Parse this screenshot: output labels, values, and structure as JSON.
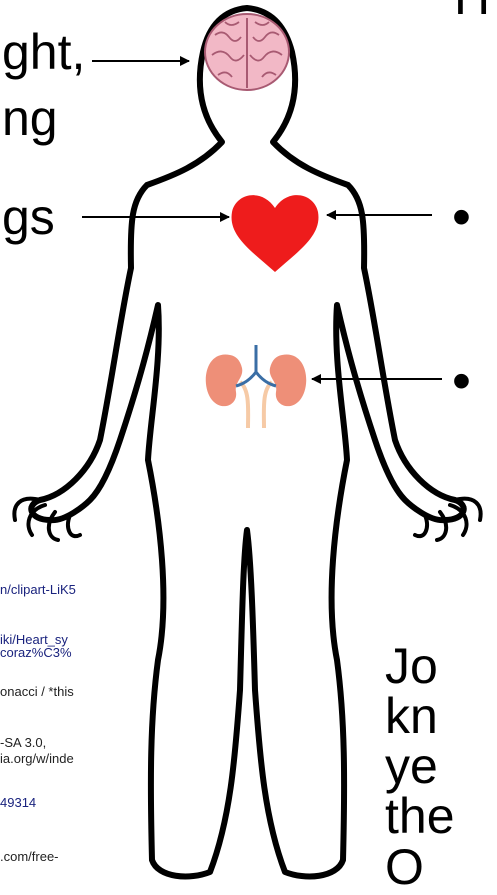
{
  "left_text": {
    "line1": "ght,",
    "line2": "ng",
    "line3": "gs"
  },
  "right_text": {
    "top_partial": "H",
    "bullet1": "•",
    "bullet2": "•",
    "bottom_lines": [
      "Jo",
      "kn",
      "ye",
      "the",
      "O"
    ]
  },
  "references": [
    {
      "text": "n/clipart-LiK5",
      "kind": "link"
    },
    {
      "text": "iki/Heart_sy",
      "kind": "link"
    },
    {
      "text": "coraz%C3%",
      "kind": "link"
    },
    {
      "text": "onacci / *this",
      "kind": "plain"
    },
    {
      "text": "-SA 3.0,",
      "kind": "plain"
    },
    {
      "text": "ia.org/w/inde",
      "kind": "plain"
    },
    {
      "text": "49314",
      "kind": "link"
    },
    {
      "text": ".com/free-",
      "kind": "plain"
    }
  ],
  "illustration": {
    "organs": [
      "brain",
      "heart",
      "kidneys"
    ],
    "colors": {
      "outline": "#000000",
      "heart": "#ee1c1c",
      "brain": "#f2b8c6",
      "brain_line": "#a85a72",
      "kidney": "#ee8f78",
      "ureter": "#f6caa6",
      "vessel": "#3a6ea5"
    }
  }
}
